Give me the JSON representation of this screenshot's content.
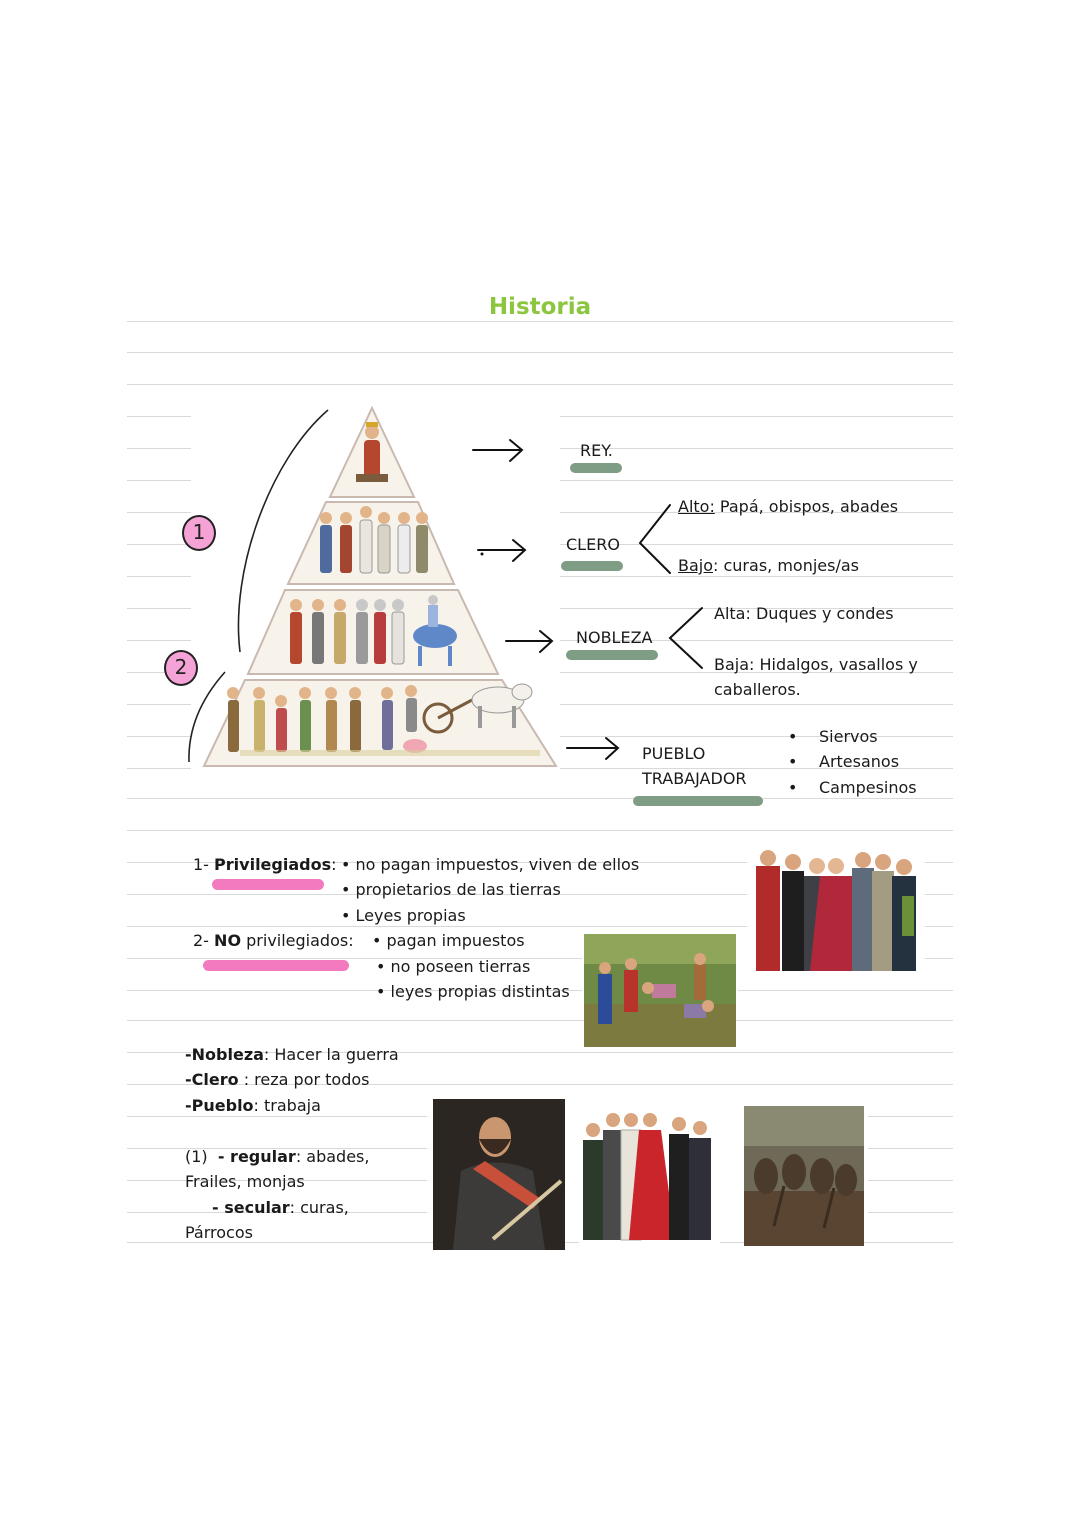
{
  "page_title": "Historia",
  "pyramid": {
    "tiers": [
      "REY.",
      "CLERO",
      "NOBLEZA",
      "PUEBLO TRABAJADOR"
    ],
    "rey_label": "REY.",
    "clero": {
      "label": "CLERO",
      "alto_key": "Alto:",
      "alto_value": " Papá, obispos, abades",
      "bajo_key": "Bajo",
      "bajo_value": ": curas, monjes/as"
    },
    "nobleza": {
      "label": "NOBLEZA",
      "alta": "Alta: Duques y condes",
      "baja_line1": "Baja: Hidalgos, vasallos y",
      "baja_line2": "caballeros."
    },
    "pueblo": {
      "label_line1": "PUEBLO",
      "label_line2": "TRABAJADOR",
      "items": [
        "Siervos",
        "Artesanos",
        "Campesinos"
      ]
    },
    "markers": [
      "1",
      "2"
    ]
  },
  "groups": {
    "privilegiados": {
      "number": "1- ",
      "label": "Privilegiados",
      "colon": ":",
      "items": [
        "• no pagan impuestos, viven de ellos",
        "• propietarios de las tierras",
        "• Leyes propias"
      ]
    },
    "no_privilegiados": {
      "number": "2- ",
      "label_bold": "NO",
      "label_rest": " privilegiados:",
      "items": [
        "• pagan impuestos",
        "• no poseen tierras",
        "• leyes propias distintas"
      ]
    }
  },
  "roles": [
    {
      "key": "-Nobleza",
      "value": ": Hacer la guerra"
    },
    {
      "key": "-Clero",
      "value": " : reza por todos"
    },
    {
      "key": "-Pueblo",
      "value": ": trabaja"
    }
  ],
  "clergy_types": {
    "marker": "(1)",
    "regular_key": "- regular",
    "regular_value": ": abades,",
    "regular_line2": "Frailes, monjas",
    "secular_key": "- secular",
    "secular_value": ": curas,",
    "secular_line2": "Párrocos"
  },
  "colors": {
    "title": "#8cc63f",
    "green_highlight": "#7f9c84",
    "pink_highlight": "#f47ac0",
    "marker_fill": "#f5a3d6"
  }
}
